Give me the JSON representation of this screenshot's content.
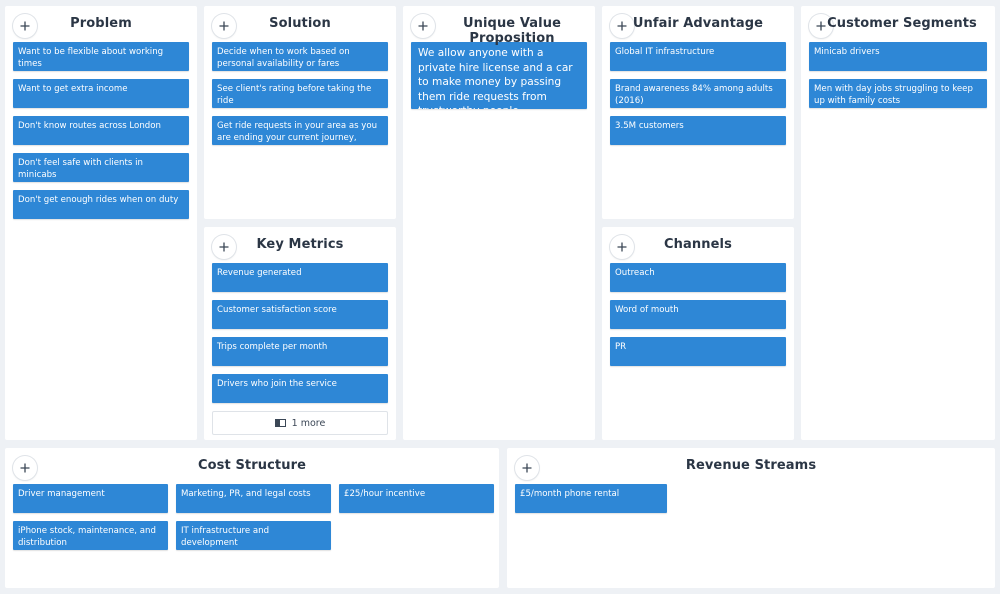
{
  "problem": {
    "title": "Problem",
    "cards": [
      "Want to be flexible about working times",
      "Want to get extra income",
      "Don't know routes across London",
      "Don't feel safe with clients in minicabs",
      "Don't get enough rides when on duty"
    ]
  },
  "solution": {
    "title": "Solution",
    "cards": [
      "Decide when to work based on personal availability or fares",
      "See client's rating before taking the ride",
      "Get ride requests in your area as you are ending your current journey, follow ..."
    ]
  },
  "key_metrics": {
    "title": "Key Metrics",
    "cards": [
      "Revenue generated",
      "Customer satisfaction score",
      "Trips complete per month",
      "Drivers who join the service"
    ],
    "more_label": "1 more"
  },
  "uvp": {
    "title": "Unique Value Proposition",
    "cards": [
      "We allow anyone with a private hire license and a car to make money by passing them ride requests from trustworthy people"
    ]
  },
  "unfair_advantage": {
    "title": "Unfair Advantage",
    "cards": [
      "Global IT infrastructure",
      "Brand awareness 84% among adults (2016)",
      "3.5M customers"
    ]
  },
  "channels": {
    "title": "Channels",
    "cards": [
      "Outreach",
      "Word of mouth",
      "PR"
    ]
  },
  "customer_segments": {
    "title": "Customer Segments",
    "cards": [
      "Minicab drivers",
      "Men with day jobs struggling to keep up with family costs"
    ]
  },
  "cost_structure": {
    "title": "Cost Structure",
    "cards": [
      "Driver management",
      "Marketing, PR, and legal costs",
      "£25/hour incentive",
      "iPhone stock, maintenance, and distribution",
      "IT infrastructure and development"
    ]
  },
  "revenue_streams": {
    "title": "Revenue Streams",
    "cards": [
      "£5/month phone rental"
    ]
  },
  "colors": {
    "card": "#2e87d6",
    "panel": "#ffffff",
    "background": "#eef1f5",
    "title": "#2b3645"
  },
  "icons": {
    "add": "plus-icon",
    "more": "sidebar-panel-icon"
  }
}
